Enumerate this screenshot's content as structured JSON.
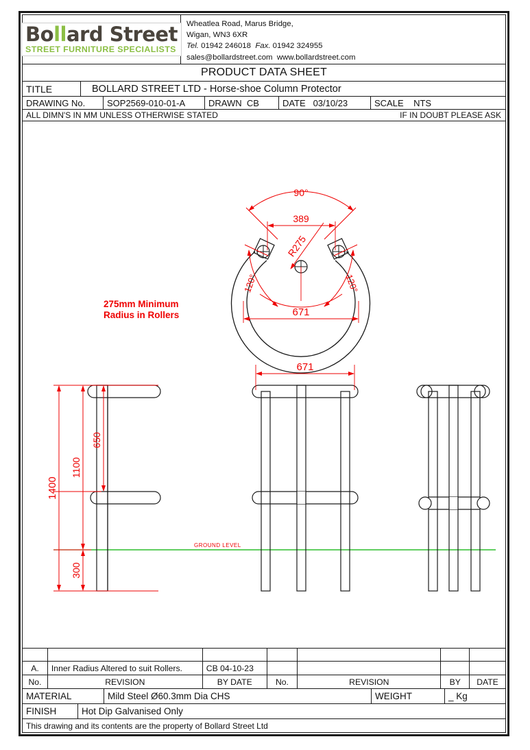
{
  "company": {
    "logo_primary": "Bo",
    "logo_accent": "ll",
    "logo_tail": "ard Street",
    "logo_full": "Bollard Street",
    "tagline": "STREET FURNITURE SPECIALISTS",
    "address_line1": "Wheatlea Road, Marus Bridge,",
    "address_line2": "Wigan, WN3 6XR",
    "tel_label": "Tel.",
    "tel": "01942 246018",
    "fax_label": "Fax.",
    "fax": "01942 324955",
    "email": "sales@bollardstreet.com",
    "website": "www.bollardstreet.com",
    "accent_color": "#8cbf45",
    "logo_dark_color": "#4a443c"
  },
  "sheet": {
    "heading": "PRODUCT DATA SHEET",
    "title_label": "TITLE",
    "title_value": "BOLLARD STREET LTD  - Horse-shoe Column Protector",
    "drawing_no_label": "DRAWING No.",
    "drawing_no": "SOP2569-010-01-A",
    "drawn_label": "DRAWN",
    "drawn_by": "CB",
    "date_label": "DATE",
    "date": "03/10/23",
    "scale_label": "SCALE",
    "scale": "NTS",
    "units_note": "ALL DIMN'S IN MM UNLESS OTHERWISE STATED",
    "doubt_note": "IF IN DOUBT PLEASE ASK"
  },
  "drawing": {
    "note_line1": "275mm Minimum",
    "note_line2": "Radius in Rollers",
    "ground_level_label": "GROUND LEVEL",
    "dim_color": "#ee0000",
    "ground_color": "#00b000",
    "line_color": "#1a1a1a",
    "plan": {
      "angle_top": "90°",
      "angle_left": "120°",
      "angle_right": "120°",
      "radius": "R275",
      "width_inner": "389",
      "width_overall": "671"
    },
    "elevation": {
      "total_height": "1400",
      "above_ground": "1100",
      "top_to_midrail": "650",
      "below_ground": "300",
      "overall_width": "671"
    }
  },
  "revisions": {
    "headers": {
      "no": "No.",
      "revision": "REVISION",
      "by": "BY",
      "date": "DATE",
      "by_date": "BY    DATE"
    },
    "rows": [
      {
        "no": "A.",
        "revision": "Inner Radius Altered to suit Rollers.",
        "by_date": "CB 04-10-23"
      }
    ],
    "right_rows": [
      {
        "no": "",
        "revision": "",
        "by": "",
        "date": ""
      }
    ]
  },
  "footer": {
    "material_label": "MATERIAL",
    "material_value": "Mild Steel Ø60.3mm Dia CHS",
    "weight_label": "WEIGHT",
    "weight_value": "_ Kg",
    "finish_label": "FINISH",
    "finish_value": "Hot Dip Galvanised Only",
    "copyright": "This drawing and its contents are the property of Bollard Street Ltd"
  }
}
